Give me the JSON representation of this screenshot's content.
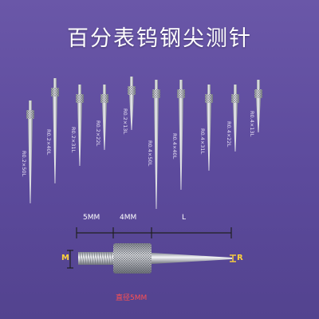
{
  "title": "百分表钨钢尖测针",
  "colors": {
    "background": "#5c4a9c",
    "accent_yellow": "#ffd23a",
    "note_red": "#ff5050",
    "steel": "#c9ccd3"
  },
  "probes": [
    {
      "label": "R0.2×50L"
    },
    {
      "label": "R0.2×40L"
    },
    {
      "label": "R0.2×31L"
    },
    {
      "label": "R0.2×22L"
    },
    {
      "label": "R0.2×13L"
    },
    {
      "label": "R0.4×50L"
    },
    {
      "label": "R0.4×40L"
    },
    {
      "label": "R0.4×31L"
    },
    {
      "label": "R0.4×22L"
    },
    {
      "label": "R0.4×13L"
    }
  ],
  "diagram": {
    "dim_thread": "5MM",
    "dim_knurl": "4MM",
    "dim_tip": "L",
    "label_m": "M",
    "label_r": "R",
    "diameter_note": "直径5MM"
  }
}
